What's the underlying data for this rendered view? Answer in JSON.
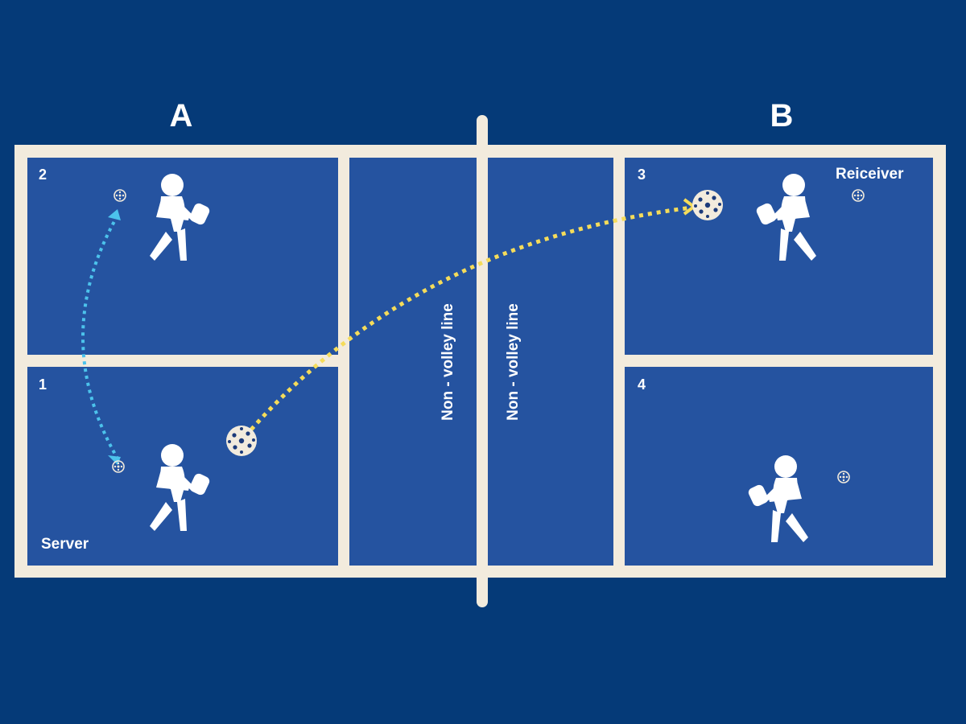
{
  "teams": {
    "left": "A",
    "right": "B"
  },
  "colors": {
    "background": "#053a78",
    "court": "#2553a0",
    "lines": "#f2ebdd",
    "serve_path": "#f5dc5a",
    "rotation_path": "#4cc3ec",
    "figure": "#ffffff"
  },
  "boxes": [
    {
      "number": "2",
      "team": "A",
      "role": ""
    },
    {
      "number": "1",
      "team": "A",
      "role": "Server"
    },
    {
      "number": "3",
      "team": "B",
      "role": "Reiceiver"
    },
    {
      "number": "4",
      "team": "B",
      "role": ""
    }
  ],
  "kitchen": {
    "left_label": "Non - volley line",
    "right_label": "Non - volley line"
  },
  "icons": {
    "player": "pickleball-player-icon",
    "ball": "pickleball-ball-icon",
    "serve_arrow": "dotted-arrow-icon"
  }
}
